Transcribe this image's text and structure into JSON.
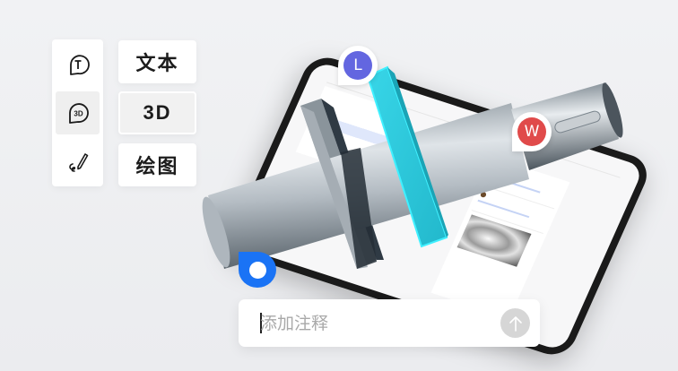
{
  "toolbar": {
    "icons": [
      {
        "name": "text-annotation-icon",
        "glyph": "T",
        "active": false
      },
      {
        "name": "3d-annotation-icon",
        "glyph": "3D",
        "active": true
      },
      {
        "name": "pen-drawing-icon",
        "glyph": "pen",
        "active": false
      }
    ],
    "labels": [
      {
        "text": "文本",
        "active": false
      },
      {
        "text": "3D",
        "active": true
      },
      {
        "text": "绘图",
        "active": false
      }
    ]
  },
  "markers": [
    {
      "letter": "L",
      "color": "#6366e0"
    },
    {
      "letter": "W",
      "color": "#e04a4a"
    },
    {
      "type": "cursor",
      "color": "#1a73f5"
    }
  ],
  "annotation": {
    "placeholder": "添加注释",
    "value": "",
    "send_icon": "arrow-up-icon"
  },
  "colors": {
    "accent_blue": "#1a73f5",
    "highlight_cyan": "#2fd3e6",
    "shaft_gray": "#9ea7af",
    "send_disabled": "#d6d6d6"
  }
}
